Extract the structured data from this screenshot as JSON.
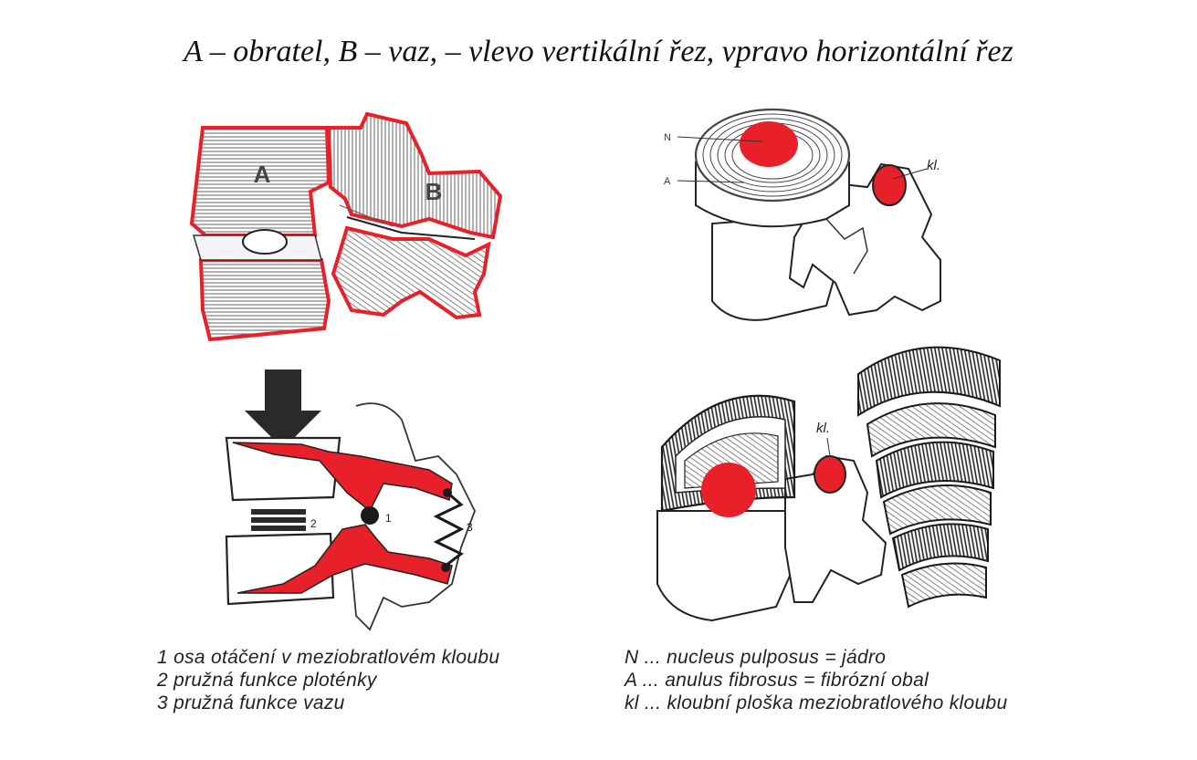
{
  "title": "A – obratel, B – vaz, – vlevo vertikální řez, vpravo horizontální řez",
  "labels": {
    "vertebra": "A",
    "ligament": "B",
    "nucleus_short": "N",
    "anulus_short": "A",
    "joint_short_1": "kl.",
    "joint_short_2": "kl.",
    "num_1": "1",
    "num_2": "2",
    "num_3": "3"
  },
  "legend_left": [
    "1 osa otáčení v meziobratlovém kloubu",
    "2 pružná funkce ploténky",
    "3 pružná funkce vazu"
  ],
  "legend_right": [
    "N ... nucleus pulposus = jádro",
    "A ... anulus fibrosus = fibrózní obal",
    "kl ... kloubní ploška meziobratlového kloubu"
  ],
  "colors": {
    "highlight": "#e8202a",
    "ink": "#1a1a1a",
    "hatch": "#555555"
  }
}
